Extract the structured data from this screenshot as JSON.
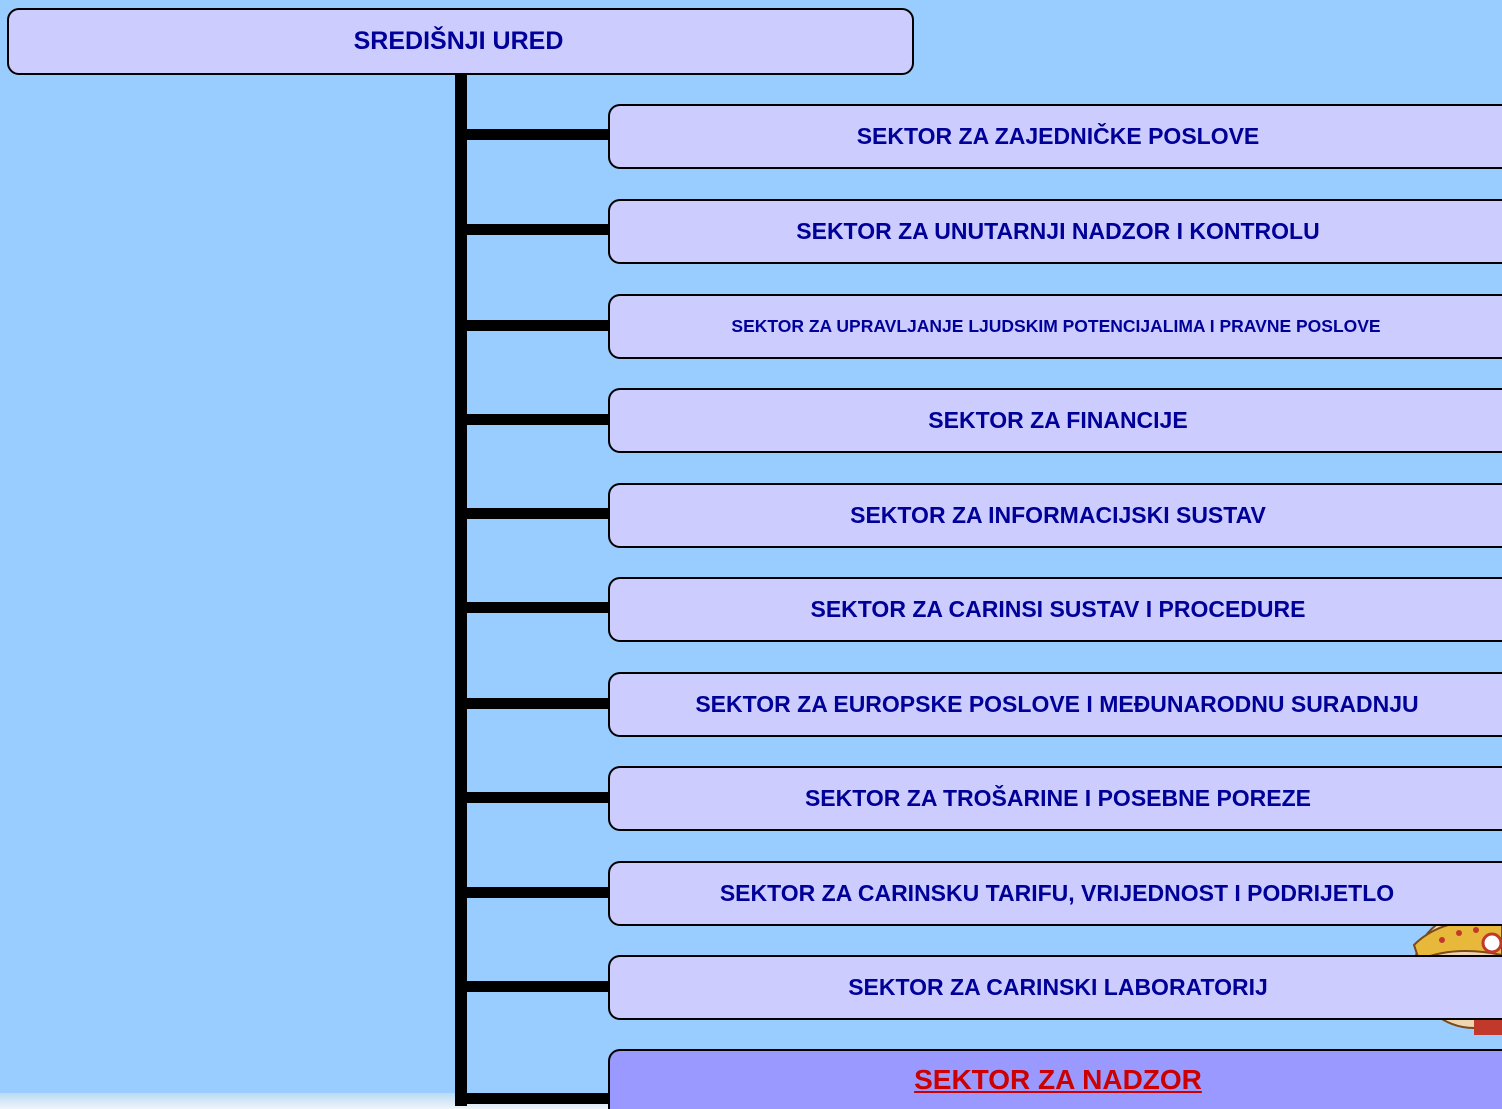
{
  "root": {
    "label": "SREDIŠNJI URED"
  },
  "sectors": [
    {
      "label": "SEKTOR ZA ZAJEDNIČKE POSLOVE"
    },
    {
      "label": "SEKTOR ZA UNUTARNJI NADZOR I KONTROLU"
    },
    {
      "label": "SEKTOR ZA UPRAVLJANJE LJUDSKIM POTENCIJALIMA I PRAVNE POSLOVE"
    },
    {
      "label": "SEKTOR ZA FINANCIJE"
    },
    {
      "label": "SEKTOR ZA INFORMACIJSKI SUSTAV"
    },
    {
      "label": "SEKTOR ZA CARINSI SUSTAV I PROCEDURE"
    },
    {
      "label": "SEKTOR ZA EUROPSKE POSLOVE I MEĐUNARODNU SURADNJU"
    },
    {
      "label": "SEKTOR ZA TROŠARINE I POSEBNE POREZE"
    },
    {
      "label": "SEKTOR ZA CARINSKU TARIFU, VRIJEDNOST I PODRIJETLO"
    },
    {
      "label": "SEKTOR ZA CARINSKI LABORATORIJ"
    },
    {
      "label": "SEKTOR ZA NADZOR"
    }
  ],
  "colors": {
    "background": "#99ccff",
    "box_fill": "#ccccff",
    "box_text": "#000099",
    "highlight_fill": "#9999ff",
    "highlight_text": "#cc0000",
    "connector": "#000000"
  }
}
